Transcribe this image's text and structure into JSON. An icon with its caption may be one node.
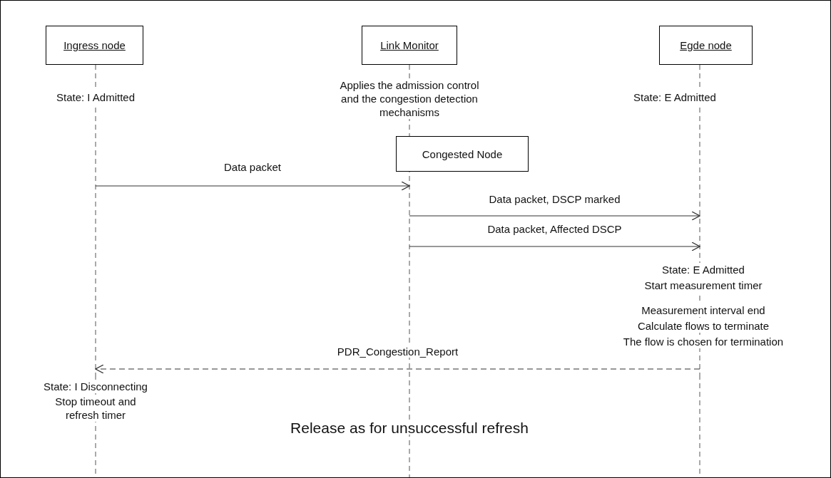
{
  "diagram": {
    "nodes": [
      {
        "text": [
          "Ingress node"
        ]
      },
      {
        "text": [
          "Link Monitor"
        ]
      },
      {
        "text": [
          "Egde node"
        ]
      },
      {
        "text": [
          "Congested Node"
        ]
      }
    ],
    "edges": [
      {
        "from": 0,
        "to": 1,
        "arrow": "to",
        "label": "Data packet"
      },
      {
        "from": 1,
        "to": 2,
        "arrow": "to",
        "label": "Data packet, DSCP marked"
      },
      {
        "from": 1,
        "to": 2,
        "arrow": "to",
        "label": "Data packet, Affected DSCP"
      },
      {
        "from": 2,
        "to": 0,
        "arrow": "to",
        "label": "PDR_Congestion_Report",
        "style": "dashed"
      }
    ],
    "labels": [
      "State: I Admitted",
      "Applies the admission control and the congestion detection mechanisms",
      "State: E Admitted",
      "State: E Admitted",
      "Start measurement timer",
      "Measurement interval end",
      "Calculate flows to terminate",
      "The flow is chosen for termination",
      "State: I Disconnecting",
      "Stop timeout and refresh timer",
      "Release as for unsuccessful refresh"
    ]
  }
}
